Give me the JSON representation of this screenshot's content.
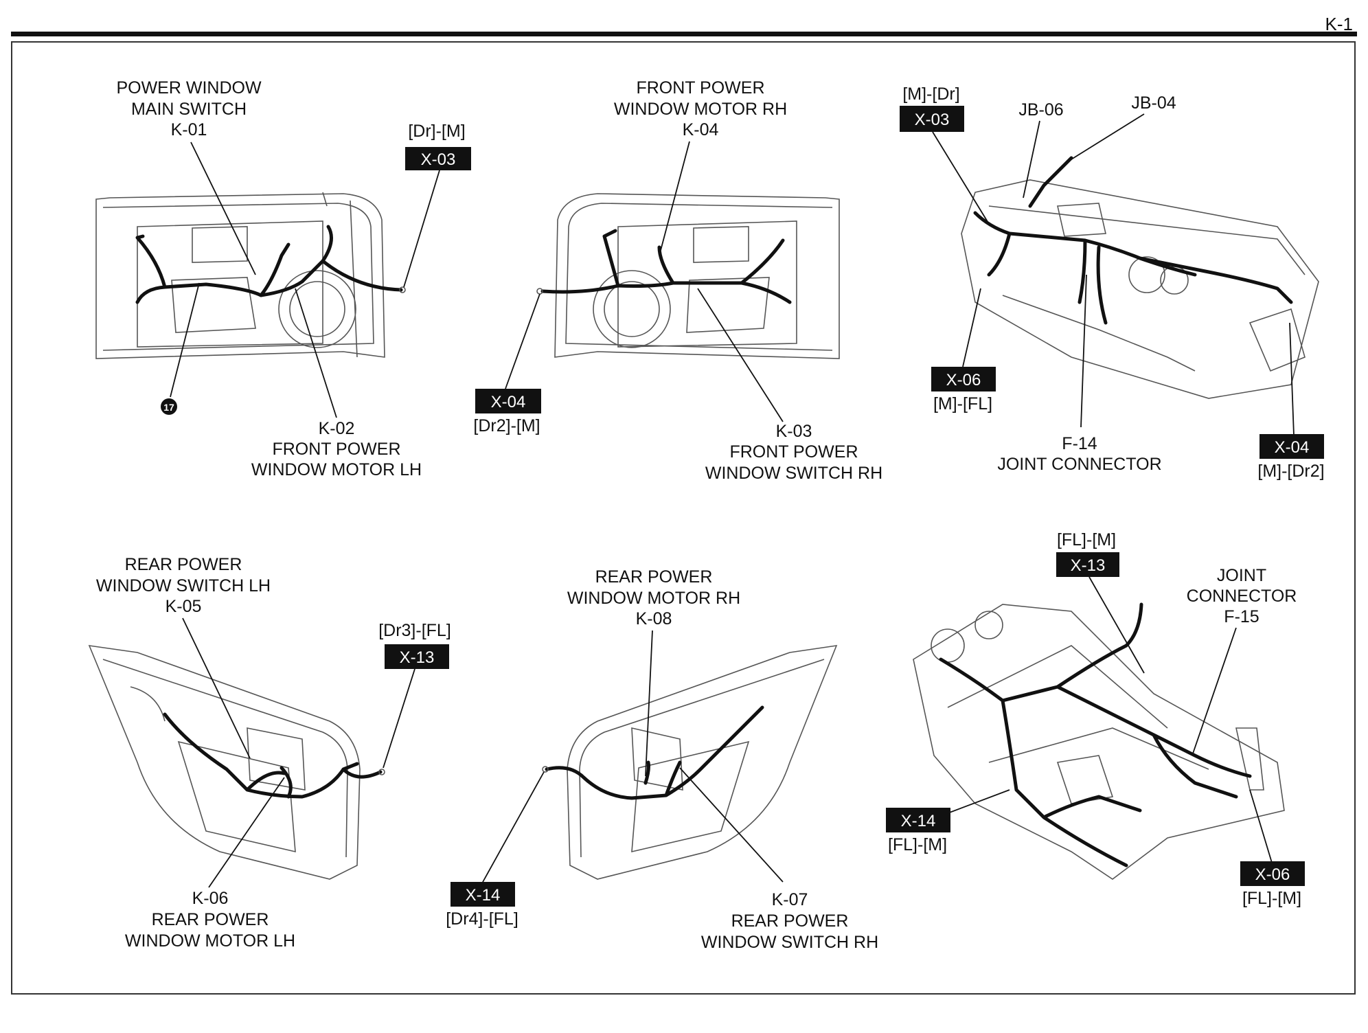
{
  "page_number": "K-1",
  "panels": {
    "front_lh": {
      "component_label": [
        "POWER WINDOW",
        "MAIN SWITCH",
        "K-01"
      ],
      "motor_label": [
        "K-02",
        "FRONT POWER",
        "WINDOW MOTOR LH"
      ],
      "connector_route": "[Dr]-[M]",
      "connector_box": "X-03",
      "ground_symbol": "17"
    },
    "front_rh": {
      "motor_label": [
        "FRONT POWER",
        "WINDOW MOTOR RH",
        "K-04"
      ],
      "switch_label": [
        "K-03",
        "FRONT POWER",
        "WINDOW SWITCH RH"
      ],
      "connector_box": "X-04",
      "connector_route": "[Dr2]-[M]"
    },
    "dash": {
      "connector_route_top": "[M]-[Dr]",
      "connector_box_top": "X-03",
      "jb_06": "JB-06",
      "jb_04": "JB-04",
      "connector_box_left": "X-06",
      "connector_route_left": "[M]-[FL]",
      "joint_label": [
        "F-14",
        "JOINT CONNECTOR"
      ],
      "connector_box_right": "X-04",
      "connector_route_right": "[M]-[Dr2]"
    },
    "rear_lh": {
      "switch_label": [
        "REAR POWER",
        "WINDOW SWITCH LH",
        "K-05"
      ],
      "motor_label": [
        "K-06",
        "REAR POWER",
        "WINDOW MOTOR LH"
      ],
      "connector_route": "[Dr3]-[FL]",
      "connector_box": "X-13"
    },
    "rear_rh": {
      "motor_label": [
        "REAR POWER",
        "WINDOW MOTOR RH",
        "K-08"
      ],
      "switch_label": [
        "K-07",
        "REAR POWER",
        "WINDOW SWITCH RH"
      ],
      "connector_box": "X-14",
      "connector_route": "[Dr4]-[FL]"
    },
    "floor": {
      "connector_route_top": "[FL]-[M]",
      "connector_box_top": "X-13",
      "joint_label": [
        "JOINT",
        "CONNECTOR",
        "F-15"
      ],
      "connector_box_left": "X-14",
      "connector_route_left": "[FL]-[M]",
      "connector_box_right": "X-06",
      "connector_route_right": "[FL]-[M]"
    }
  }
}
